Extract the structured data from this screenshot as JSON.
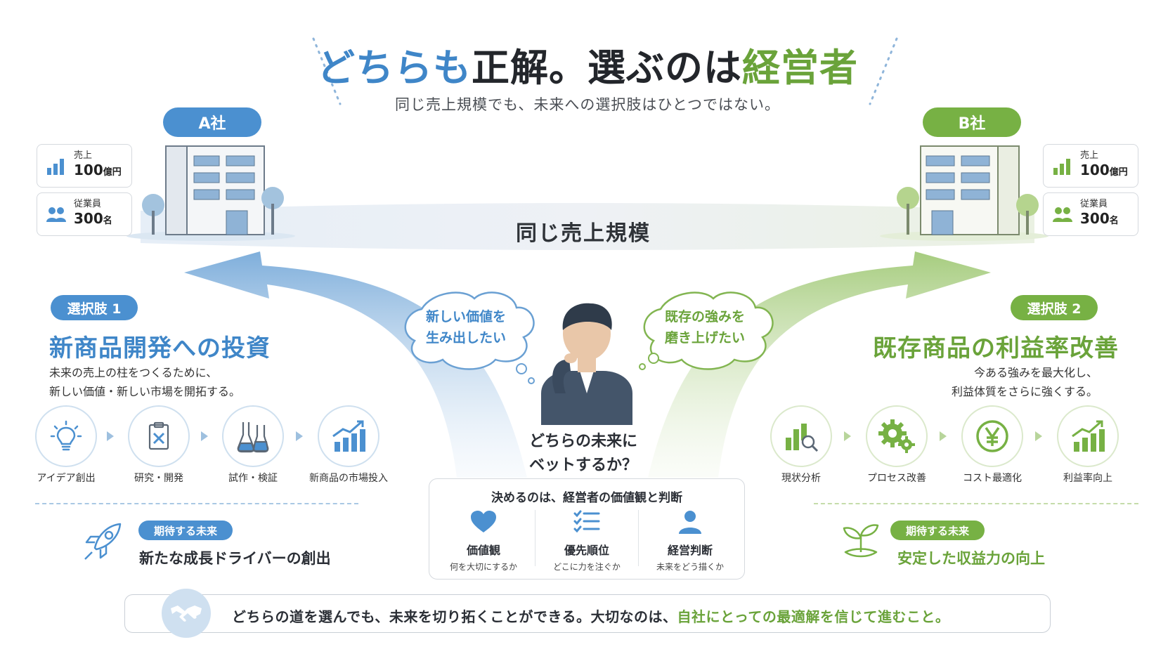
{
  "title": {
    "part1": "どちらも",
    "part2": "正解。選ぶのは",
    "part3": "経営者"
  },
  "subtitle": "同じ売上規模でも、未来への選択肢はひとつではない。",
  "company_a": {
    "label": "A社",
    "sales_label": "売上",
    "sales_value": "100",
    "sales_unit": "億円",
    "staff_label": "従業員",
    "staff_value": "300",
    "staff_unit": "名"
  },
  "company_b": {
    "label": "B社",
    "sales_label": "売上",
    "sales_value": "100",
    "sales_unit": "億円",
    "staff_label": "従業員",
    "staff_value": "300",
    "staff_unit": "名"
  },
  "same_scale": "同じ売上規模",
  "option1": {
    "tag": "選択肢 1",
    "title": "新商品開発への投資",
    "desc_line1": "未来の売上の柱をつくるために、",
    "desc_line2": "新しい価値・新しい市場を開拓する。",
    "steps": [
      "アイデア創出",
      "研究・開発",
      "試作・検証",
      "新商品の市場投入"
    ],
    "expected_tag": "期待する未来",
    "expected_text": "新たな成長ドライバーの創出",
    "thought_line1": "新しい価値を",
    "thought_line2": "生み出したい",
    "color": "#4b90d0"
  },
  "option2": {
    "tag": "選択肢 2",
    "title": "既存商品の利益率改善",
    "desc_line1": "今ある強みを最大化し、",
    "desc_line2": "利益体質をさらに強くする。",
    "steps": [
      "現状分析",
      "プロセス改善",
      "コスト最適化",
      "利益率向上"
    ],
    "expected_tag": "期待する未来",
    "expected_text": "安定した収益力の向上",
    "thought_line1": "既存の強みを",
    "thought_line2": "磨き上げたい",
    "color": "#77b144"
  },
  "question_line1": "どちらの未来に",
  "question_line2": "ベットするか？",
  "decision": {
    "heading": "決めるのは、経営者の価値観と判断",
    "items": [
      {
        "title": "価値観",
        "sub": "何を大切にするか"
      },
      {
        "title": "優先順位",
        "sub": "どこに力を注ぐか"
      },
      {
        "title": "経営判断",
        "sub": "未来をどう描くか"
      }
    ]
  },
  "banner": {
    "text_part1": "どちらの道を選んでも、未来を切り拓くことができる。大切なのは、",
    "text_part2": "自社にとっての最適解を信じて進むこと。"
  },
  "icons": {
    "bar-chart": "bar-chart-icon",
    "people": "people-icon",
    "building": "building-icon",
    "lightbulb": "lightbulb-icon",
    "clipboard": "clipboard-icon",
    "flask": "flask-icon",
    "growth": "growth-chart-icon",
    "analysis": "chart-magnifier-icon",
    "gears": "gears-icon",
    "yen": "yen-coin-icon",
    "rocket": "rocket-icon",
    "sprout": "sprout-icon",
    "heart": "heart-icon",
    "checklist": "checklist-icon",
    "person": "person-icon",
    "handshake": "handshake-icon"
  }
}
